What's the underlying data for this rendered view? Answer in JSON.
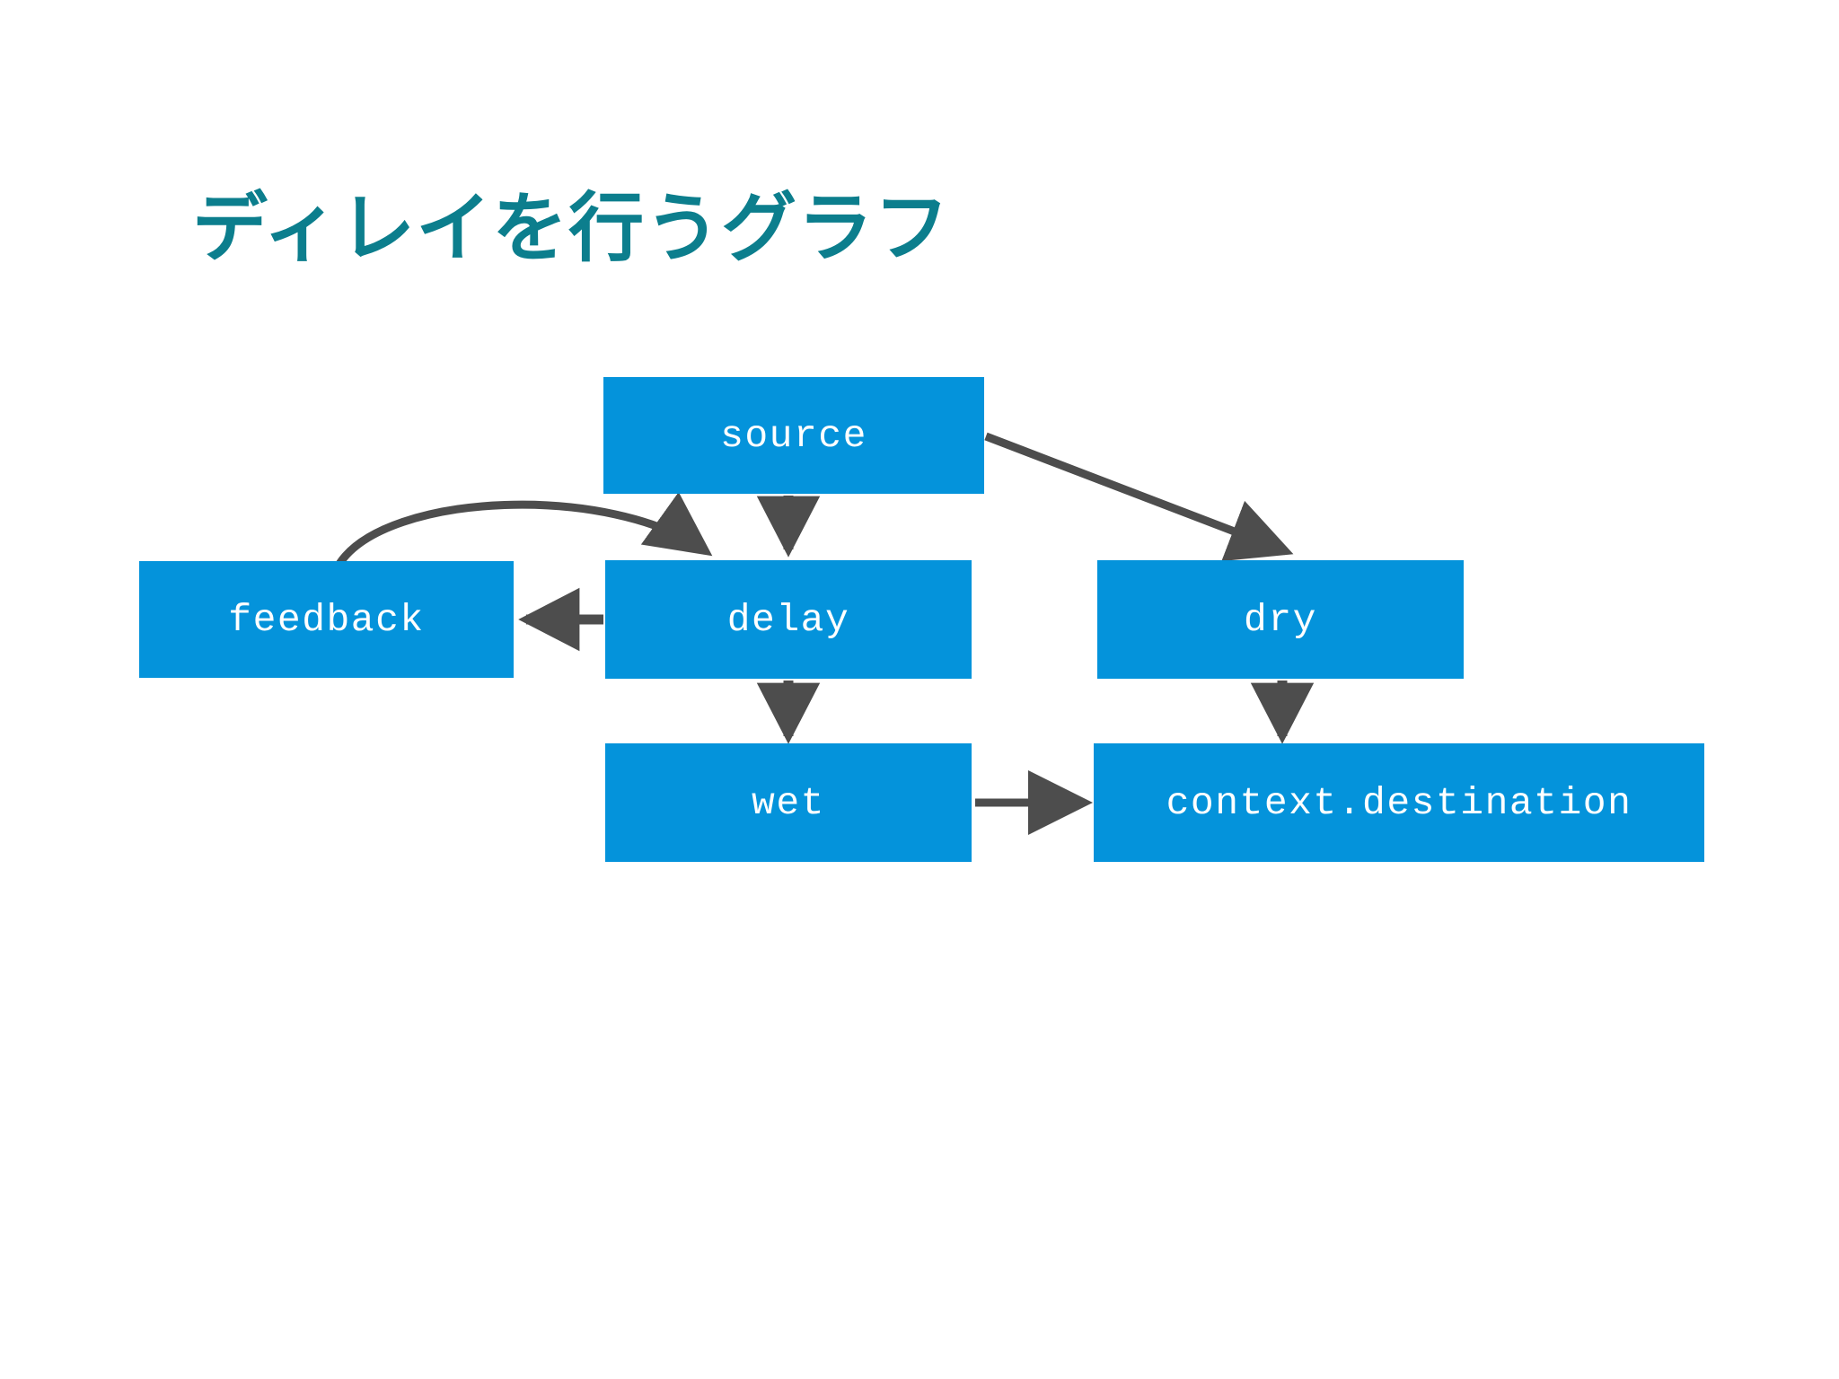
{
  "slide": {
    "title": "ディレイを行うグラフ",
    "title_color": "#0C7E8D",
    "background_color": "#FFFFFF"
  },
  "graph": {
    "node_fill_color": "#0493DB",
    "node_text_color": "#FFFFFF",
    "edge_color": "#4D4D4D",
    "nodes": [
      {
        "id": "source",
        "label": "source"
      },
      {
        "id": "feedback",
        "label": "feedback"
      },
      {
        "id": "delay",
        "label": "delay"
      },
      {
        "id": "dry",
        "label": "dry"
      },
      {
        "id": "wet",
        "label": "wet"
      },
      {
        "id": "dest",
        "label": "context.destination"
      }
    ],
    "edges": [
      {
        "from": "source",
        "to": "delay",
        "style": "straight-down"
      },
      {
        "from": "source",
        "to": "dry",
        "style": "diagonal"
      },
      {
        "from": "delay",
        "to": "feedback",
        "style": "straight-left"
      },
      {
        "from": "feedback",
        "to": "delay",
        "style": "curved"
      },
      {
        "from": "delay",
        "to": "wet",
        "style": "straight-down"
      },
      {
        "from": "dry",
        "to": "dest",
        "style": "straight-down"
      },
      {
        "from": "wet",
        "to": "dest",
        "style": "straight-right"
      }
    ]
  }
}
